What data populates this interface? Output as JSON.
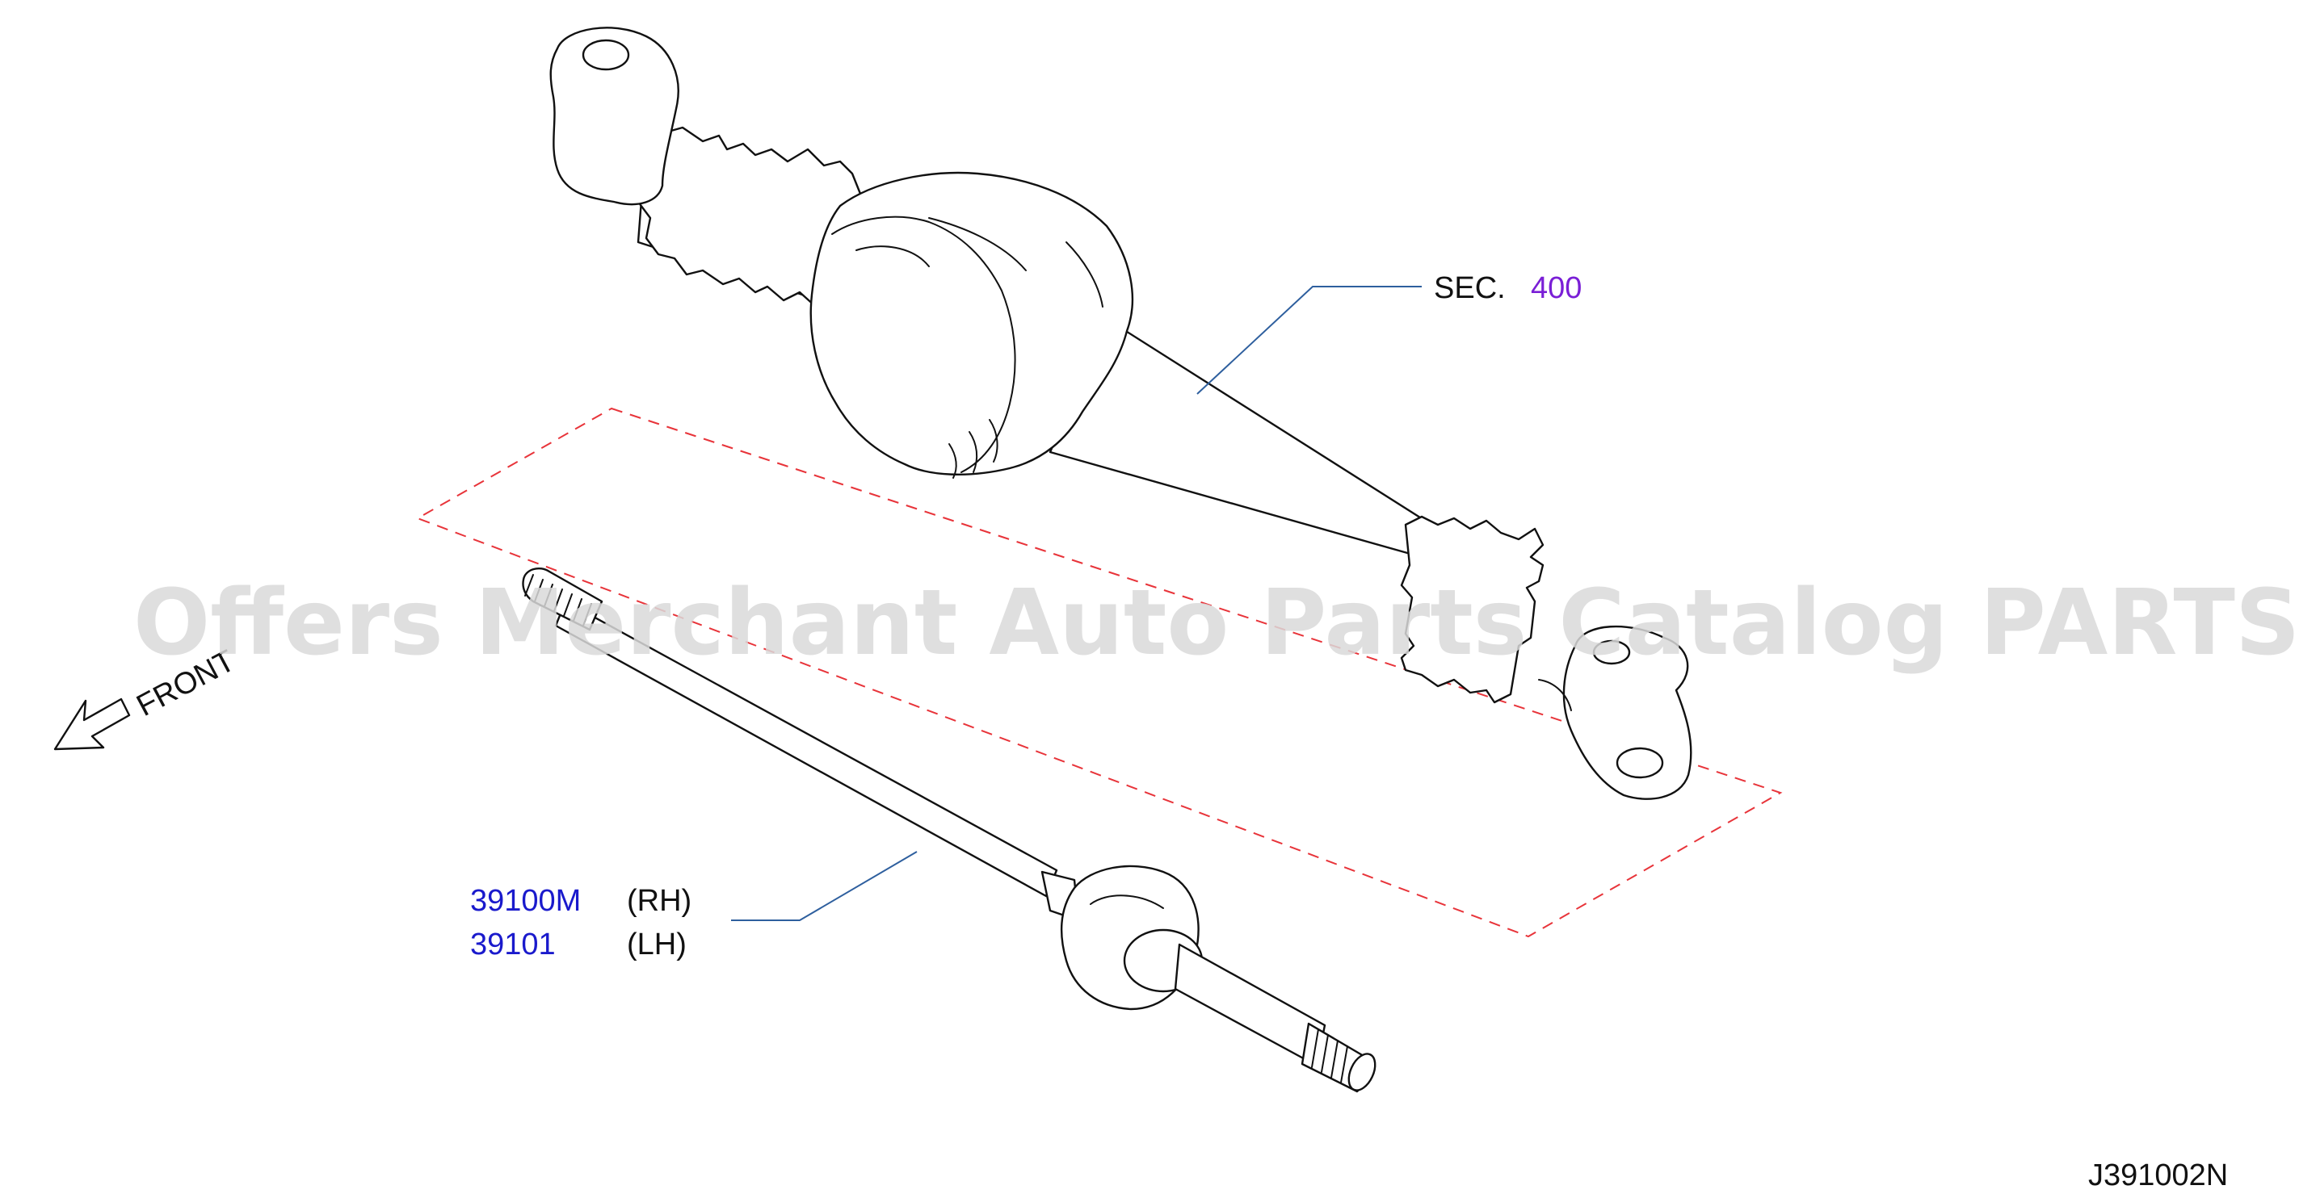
{
  "callouts": {
    "section_ref": {
      "prefix": "SEC.",
      "number": "400"
    },
    "part_rh": {
      "number": "39100M",
      "side": "(RH)"
    },
    "part_lh": {
      "number": "39101",
      "side": "(LH)"
    }
  },
  "direction_label": "FRONT",
  "watermark": "Offers Merchant Auto Parts Catalog PARTSTORE.SA",
  "diagram_code": "J391002N",
  "colors": {
    "part_number": "#1a1acc",
    "section_number": "#7a1fd6",
    "leader_line": "#2e5f9e",
    "boundary": "#e8343a",
    "line_art": "#111111"
  },
  "icons": [
    "front-arrow-icon"
  ]
}
